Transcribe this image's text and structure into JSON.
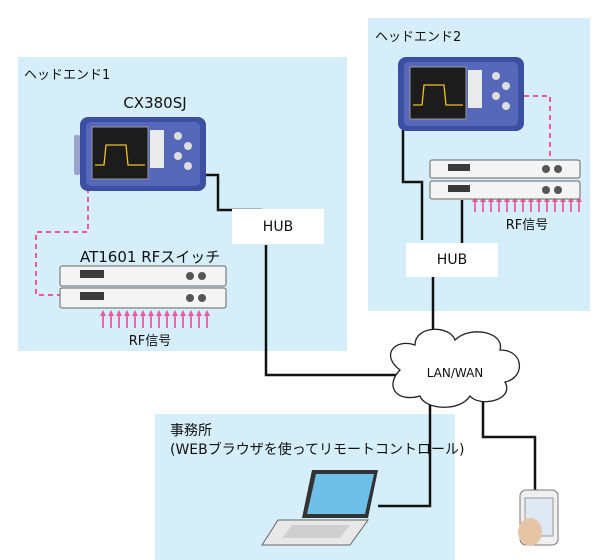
{
  "headend1": {
    "title": "ヘッドエンド1",
    "analyzer_label": "CX380SJ",
    "switch_label": "AT1601 RFスイッチ",
    "rf_label": "RF信号",
    "hub_label": "HUB"
  },
  "headend2": {
    "title": "ヘッドエンド2",
    "rf_label": "RF信号",
    "hub_label": "HUB"
  },
  "office": {
    "title_line1": "事務所",
    "title_line2": "(WEBブラウザを使ってリモートコントロール)"
  },
  "network": {
    "cloud_label": "LAN/WAN"
  },
  "colors": {
    "zone_fill": "#d5eef9",
    "control_cable": "#ee5a95",
    "rf_arrows": "#e95c9c",
    "network_cable": "#111111",
    "analyzer_body": "#3b4fa3"
  }
}
